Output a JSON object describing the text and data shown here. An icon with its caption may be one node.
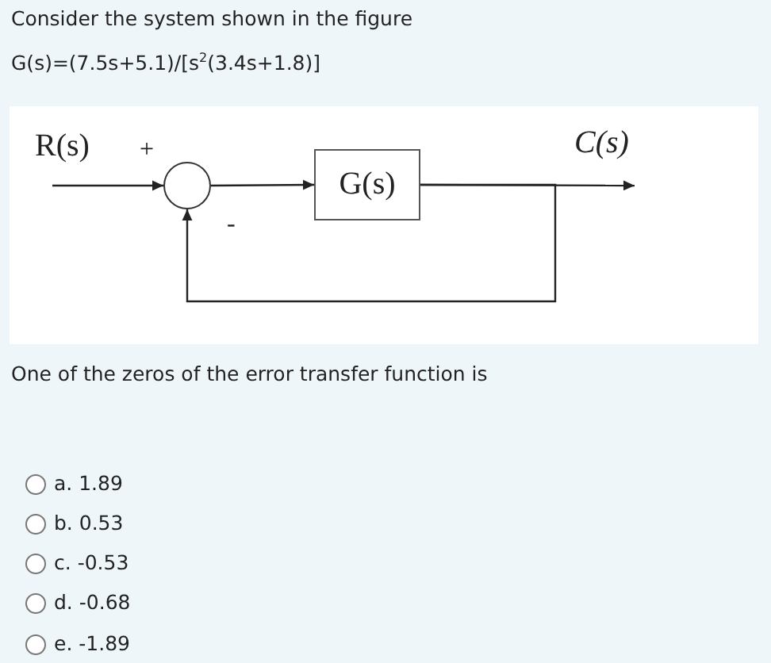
{
  "diagram": {
    "title": "Consider the system shown in the figure",
    "nodes": [
      {
        "text": [
          "R(s)"
        ]
      },
      {
        "text": [],
        "shape": "circle"
      },
      {
        "text": [
          "G(s)"
        ]
      },
      {
        "text": [
          "C(s)"
        ]
      }
    ],
    "edges": [
      {
        "from": 0,
        "to": 1,
        "arrow": "to"
      },
      {
        "from": 1,
        "to": 2,
        "arrow": "to"
      },
      {
        "from": 2,
        "to": 3,
        "arrow": "to"
      },
      {
        "from": 2,
        "to": 1,
        "arrow": "to"
      }
    ],
    "labels": [
      "G(s)=(7.5s+5.1)/[s$^{2}$(3.4s+1.8)]",
      "+",
      "-",
      "One of the zeros of the error transfer function is",
      "a. 1.89",
      "b. 0.53",
      "c. -0.53",
      "d. -0.68",
      "e. -1.89"
    ]
  }
}
